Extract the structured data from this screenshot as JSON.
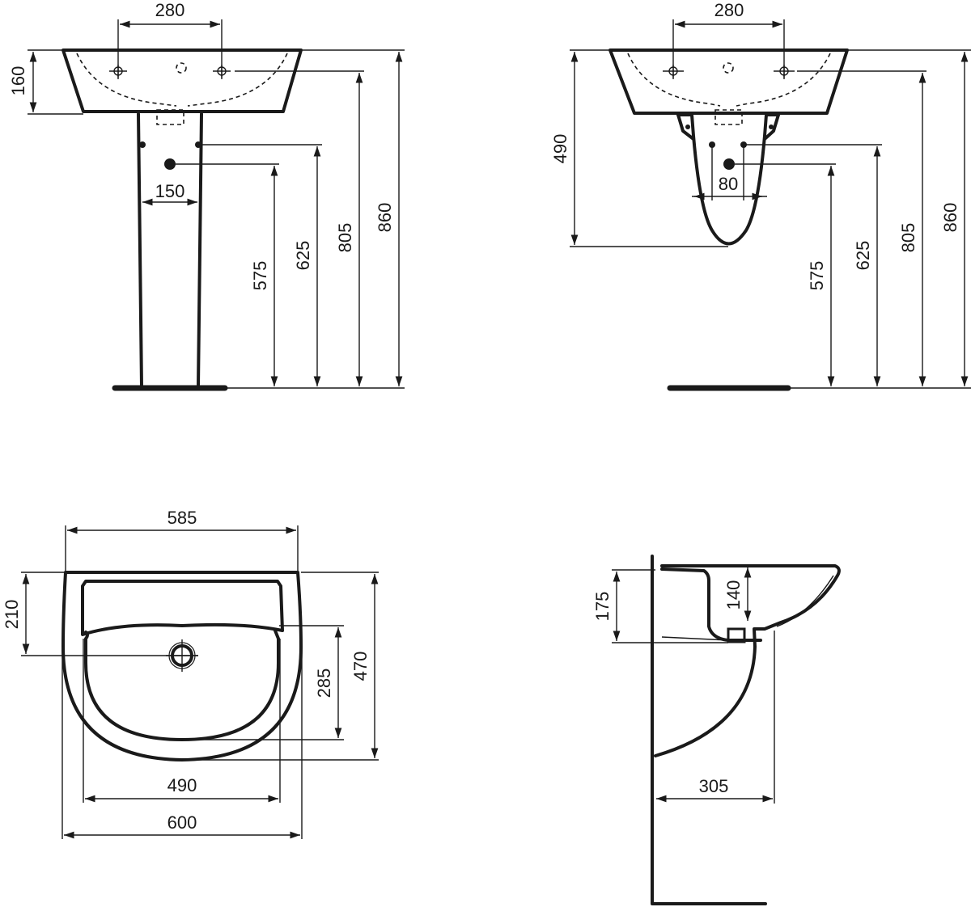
{
  "drawing": {
    "title": "Washbasin dimension drawing",
    "units": "mm",
    "views": {
      "front_pedestal": {
        "tap_hole_spacing": "280",
        "basin_height": "160",
        "pedestal_fixing_spacing": "150",
        "waste_outlet_height": "575",
        "supply_height": "625",
        "tap_hole_height": "805",
        "overall_height": "860"
      },
      "front_semi_pedestal": {
        "tap_hole_spacing": "280",
        "semi_pedestal_drop": "490",
        "supply_spacing": "80",
        "waste_outlet_height": "575",
        "supply_height": "625",
        "tap_hole_height": "805",
        "overall_height": "860"
      },
      "plan": {
        "rear_width": "585",
        "waste_from_wall": "210",
        "bowl_depth": "285",
        "overall_depth": "470",
        "bowl_width": "490",
        "overall_width": "600"
      },
      "side": {
        "basin_height": "175",
        "bowl_depth": "140",
        "projection": "305"
      }
    }
  }
}
